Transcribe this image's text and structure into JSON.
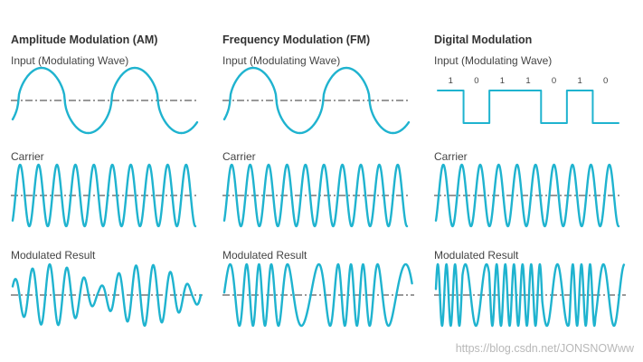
{
  "columns": [
    {
      "title": "Amplitude Modulation (AM)",
      "input_label": "Input (Modulating Wave)",
      "carrier_label": "Carrier",
      "result_label": "Modulated Result"
    },
    {
      "title": "Frequency Modulation (FM)",
      "input_label": "Input (Modulating Wave)",
      "carrier_label": "Carrier",
      "result_label": "Modulated Result"
    },
    {
      "title": "Digital Modulation",
      "input_label": "Input (Modulating Wave)",
      "carrier_label": "Carrier",
      "result_label": "Modulated Result",
      "bits": [
        "1",
        "0",
        "1",
        "1",
        "0",
        "1",
        "0"
      ]
    }
  ],
  "watermark": "https://blog.csdn.net/JONSNOWww",
  "colors": {
    "wave": "#1fb3cf",
    "axis": "#333333",
    "title": "#333333",
    "label": "#444444",
    "watermark": "#b8b8b8"
  }
}
